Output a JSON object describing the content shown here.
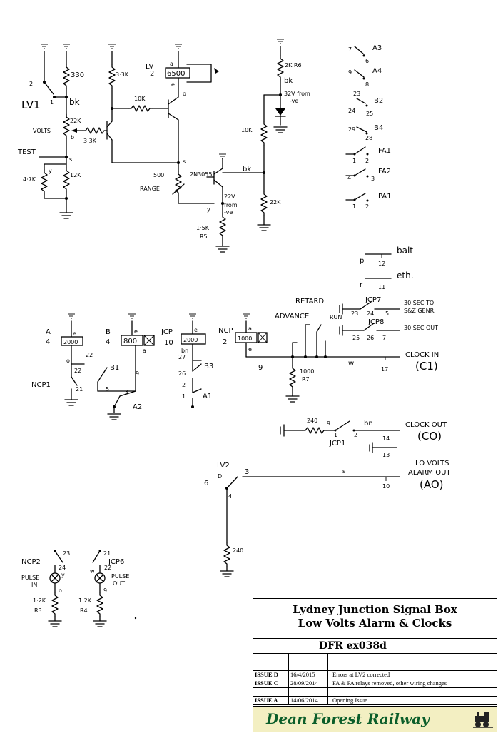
{
  "labels": {
    "lv1": "LV1",
    "lv1_pin2": "2",
    "lv1_pin1": "1",
    "r330": "330",
    "bk1": "bk",
    "r22k_a": "22K",
    "volts": "VOLTS",
    "b_node": "b",
    "r33k_a": "3·3K",
    "test": "TEST",
    "s_node1": "s",
    "r47k": "4·7K",
    "y1": "y",
    "r12k": "12K",
    "r33k_b": "3·3K",
    "r10k_a": "10K",
    "lv2_ref": "LV",
    "lv2_ref2": "2",
    "coil_6500": "6500",
    "a1": "a",
    "e1": "e",
    "o1": "o",
    "s_node2": "s",
    "r500": "500",
    "range": "RANGE",
    "q2n3055": "2N3055",
    "bk2": "bk",
    "v22": "22V",
    "from1": "from",
    "ve1": "-ve",
    "y2": "y",
    "r15k": "1·5K",
    "r5": "R5",
    "r2k": "2K R6",
    "bk3": "bk",
    "v32": "32V from",
    "ve2": "-ve",
    "r10k_b": "10K",
    "r22k_b": "22K",
    "sw_a3_n1": "7",
    "sw_a3": "A3",
    "sw_a3_n2": "6",
    "sw_a4_n1": "9",
    "sw_a4": "A4",
    "sw_a4_n2": "8",
    "sw_b2_n1": "23",
    "sw_b2": "B2",
    "sw_b2_n2": "24",
    "sw_b2_n3": "25",
    "sw_b4_n1": "29",
    "sw_b4": "B4",
    "sw_b4_n2": "28",
    "sw_fa1": "FA1",
    "sw_fa1_n1": "1",
    "sw_fa1_n2": "2",
    "sw_fa2": "FA2",
    "sw_fa2_n1": "4",
    "sw_fa2_n2": "3",
    "sw_pa1": "PA1",
    "sw_pa1_n1": "1",
    "sw_pa1_n2": "2",
    "p_label": "p",
    "n12": "12",
    "balt": "balt",
    "r_label": "r",
    "n11": "11",
    "eth": "eth.",
    "retard": "RETARD",
    "run": "RUN",
    "jcp7": "JCP7",
    "jcp7_n1": "23",
    "jcp7_n2": "24",
    "jcp7_n3": "5",
    "sec30_a": "30 SEC TO",
    "sec30_a2": "S&Z GENR.",
    "advance": "ADVANCE",
    "jcp8": "JCP8",
    "jcp8_n1": "25",
    "jcp8_n2": "26",
    "jcp8_n3": "7",
    "sec30_b": "30 SEC OUT",
    "relay_a_name": "A",
    "relay_a_num": "4",
    "relay_a_val": "2000",
    "relay_b_name": "B",
    "relay_b_num": "4",
    "relay_b_val": "800",
    "relay_jcp_name": "JCP",
    "relay_jcp_num": "10",
    "relay_jcp_val": "2000",
    "relay_ncp_name": "NCP",
    "relay_ncp_num": "2",
    "relay_ncp_val": "1000",
    "e_a": "e",
    "o_a": "o",
    "e_b": "e",
    "a_b": "a",
    "e_c": "e",
    "bn_c": "bn",
    "a_d": "a",
    "e_d": "e",
    "n22a": "22",
    "n22b": "22",
    "n21": "21",
    "ncp1": "NCP1",
    "b1": "B1",
    "n5": "5",
    "n3": "3",
    "n9": "9",
    "a2": "A2",
    "n27": "27",
    "n26": "26",
    "n2": "2",
    "b3": "B3",
    "n1": "1",
    "a1_sw": "A1",
    "n9b": "9",
    "r1000": "1000",
    "r7": "R7",
    "w": "w",
    "n17": "17",
    "clock_in": "CLOCK IN",
    "c1": "(C1)",
    "r240a": "240",
    "n9c": "9",
    "bn2": "bn",
    "n14": "14",
    "jcp1": "JCP1",
    "n1b": "1",
    "n2b": "2",
    "n13": "13",
    "clock_out": "CLOCK OUT",
    "co": "(CO)",
    "lv2": "LV2",
    "n6": "6",
    "n_d": "D",
    "n3b": "3",
    "n4": "4",
    "n_s": "s",
    "n10": "10",
    "lo_volts": "LO VOLTS",
    "alarm_out": "ALARM OUT",
    "ao": "(AO)",
    "r240b": "240",
    "ncp2": "NCP2",
    "n23": "23",
    "n24": "24",
    "y3": "y",
    "pulse_in": "PULSE",
    "pulse_in2": "IN",
    "r12k_c": "1·2K",
    "r3": "R3",
    "o_c": "o",
    "jcp6": "JCP6",
    "n21b": "21",
    "n22c": "22",
    "w2": "w",
    "pulse_out": "PULSE",
    "pulse_out2": "OUT",
    "r12k_d": "1·2K",
    "r4": "R4",
    "n9d": "9"
  },
  "title_block": {
    "title_line1": "Lydney Junction Signal Box",
    "title_line2": "Low Volts Alarm & Clocks",
    "drawing_ref": "DFR ex038d",
    "issues": [
      {
        "issue": "ISSUE D",
        "date": "16/4/2015",
        "note": "Errors at LV2 corrected"
      },
      {
        "issue": "ISSUE C",
        "date": "28/09/2014",
        "note": "FA & PA relays removed, other wiring changes"
      },
      {
        "issue": "ISSUE A",
        "date": "14/06/2014",
        "note": "Opening Issue"
      }
    ],
    "organisation": "Dean Forest Railway"
  },
  "colors": {
    "ink": "#000000",
    "banner_bg": "#f3efc2",
    "banner_text": "#0b5e2a"
  },
  "icons": {
    "ground": "ground-icon",
    "zener": "zener-diode-icon",
    "lamp": "lamp-icon",
    "loco": "locomotive-icon"
  }
}
